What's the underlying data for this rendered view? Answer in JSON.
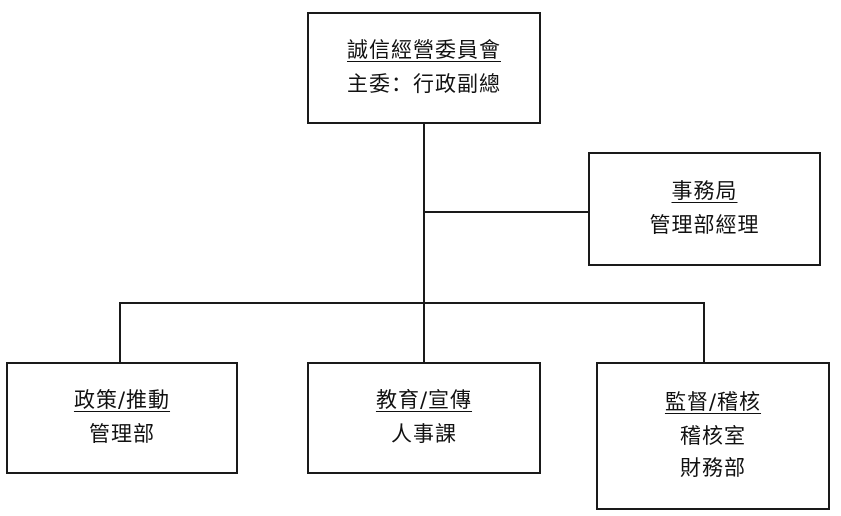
{
  "committee": {
    "title": "誠信經營委員會",
    "subtitle": "主委：行政副總"
  },
  "secretariat": {
    "title": "事務局",
    "subtitle": "管理部經理"
  },
  "policy": {
    "title": "政策/推動",
    "subtitle": "管理部"
  },
  "education": {
    "title": "教育/宣傳",
    "subtitle": "人事課"
  },
  "audit": {
    "title": "監督/稽核",
    "subtitles": [
      "稽核室",
      "財務部"
    ]
  }
}
